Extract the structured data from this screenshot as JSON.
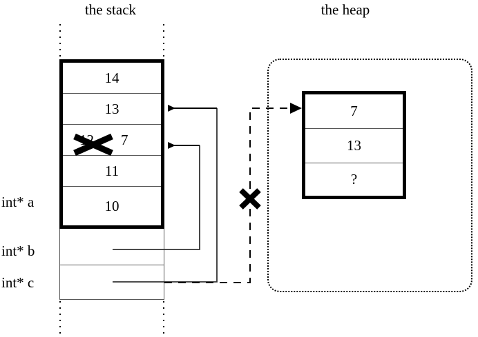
{
  "diagram": {
    "title_stack": "the stack",
    "title_heap": "the heap",
    "type": "memory-layout-diagram"
  },
  "stack": {
    "frame_cells": [
      {
        "value": "14",
        "struck": false
      },
      {
        "value": "13",
        "struck": false
      },
      {
        "value": "12",
        "struck": true,
        "replacement": "7"
      },
      {
        "value": "11",
        "struck": false
      },
      {
        "value": "10",
        "struck": false
      }
    ],
    "variables": [
      {
        "label": "int* a",
        "slot": "frame"
      },
      {
        "label": "int* b",
        "slot": "pointer-row-1"
      },
      {
        "label": "int* c",
        "slot": "pointer-row-2"
      }
    ]
  },
  "heap": {
    "cells": [
      {
        "value": "7"
      },
      {
        "value": "13"
      },
      {
        "value": "?"
      }
    ]
  },
  "annotations": {
    "invalid_pointer_marker": "✕",
    "struck_value_marker": "✕"
  },
  "colors": {
    "ink": "#000000",
    "thin_rule": "#555555",
    "background": "#ffffff"
  }
}
